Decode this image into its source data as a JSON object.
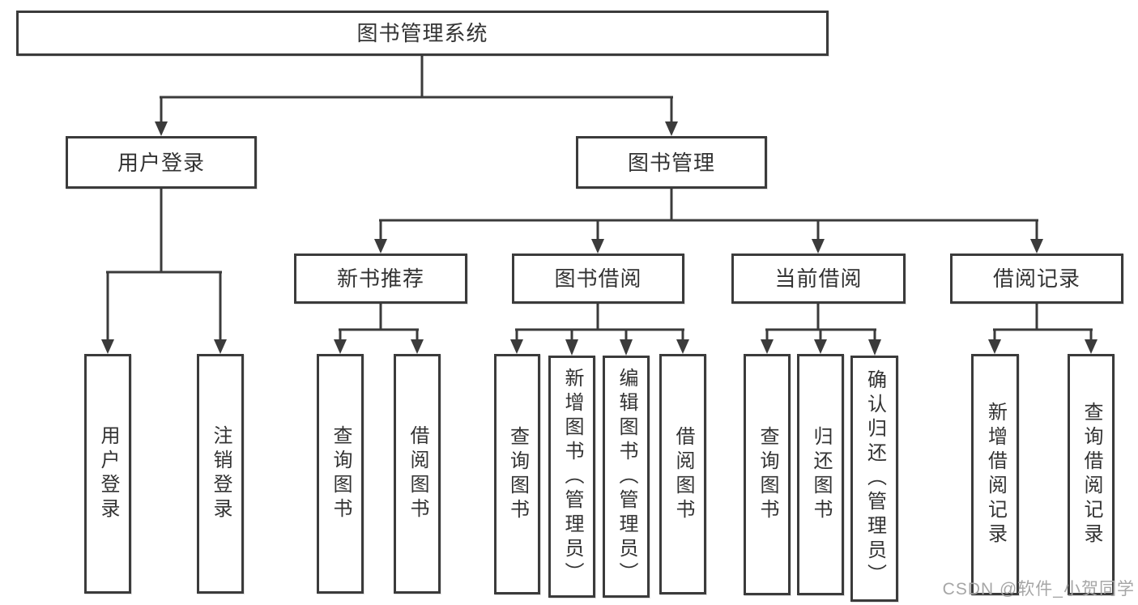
{
  "tree": {
    "root": "图书管理系统",
    "children": [
      {
        "label": "用户登录",
        "children": [
          "用户登录",
          "注销登录"
        ]
      },
      {
        "label": "图书管理",
        "children": [
          {
            "label": "新书推荐",
            "children": [
              "查询图书",
              "借阅图书"
            ]
          },
          {
            "label": "图书借阅",
            "children": [
              "查询图书",
              "新增图书（管理员）",
              "编辑图书（管理员）",
              "借阅图书"
            ]
          },
          {
            "label": "当前借阅",
            "children": [
              "查询图书",
              "归还图书",
              "确认归还（管理员）"
            ]
          },
          {
            "label": "借阅记录",
            "children": [
              "新增借阅记录",
              "查询借阅记录"
            ]
          }
        ]
      }
    ]
  },
  "watermark": {
    "text": "CSDN @软件_小贺同学"
  },
  "colors": {
    "line": "#3b3b3b",
    "text": "#333333",
    "background": "#ffffff",
    "watermark": "#a6a6a6"
  }
}
